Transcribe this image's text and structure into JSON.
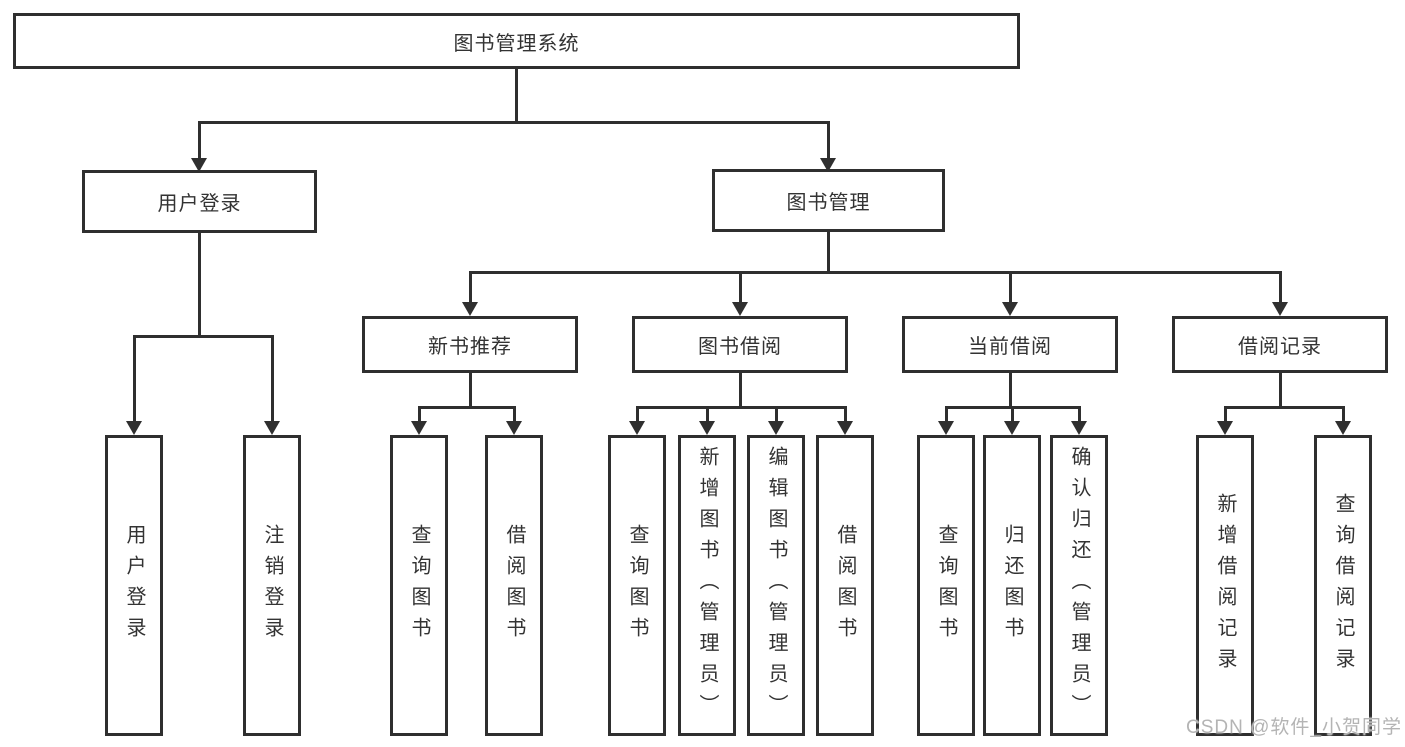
{
  "colors": {
    "line": "#2f2f2f",
    "text": "#333333",
    "bg": "#ffffff",
    "box-bg": "#ffffff",
    "watermark": "#b4b4b4"
  },
  "watermark": {
    "text": "CSDN @软件_小贺同学"
  },
  "diagram": {
    "root": {
      "label": "图书管理系统"
    },
    "level2": [
      {
        "label": "用户登录"
      },
      {
        "label": "图书管理"
      }
    ],
    "level3": [
      {
        "label": "新书推荐"
      },
      {
        "label": "图书借阅"
      },
      {
        "label": "当前借阅"
      },
      {
        "label": "借阅记录"
      }
    ],
    "leaves": {
      "login": [
        {
          "label": "用户登录"
        },
        {
          "label": "注销登录"
        }
      ],
      "recommend": [
        {
          "label": "查询图书"
        },
        {
          "label": "借阅图书"
        }
      ],
      "borrow": [
        {
          "label": "查询图书"
        },
        {
          "label": "新增图书（管理员）"
        },
        {
          "label": "编辑图书（管理员）"
        },
        {
          "label": "借阅图书"
        }
      ],
      "current": [
        {
          "label": "查询图书"
        },
        {
          "label": "归还图书"
        },
        {
          "label": "确认归还（管理员）"
        }
      ],
      "records": [
        {
          "label": "新增借阅记录"
        },
        {
          "label": "查询借阅记录"
        }
      ]
    }
  }
}
